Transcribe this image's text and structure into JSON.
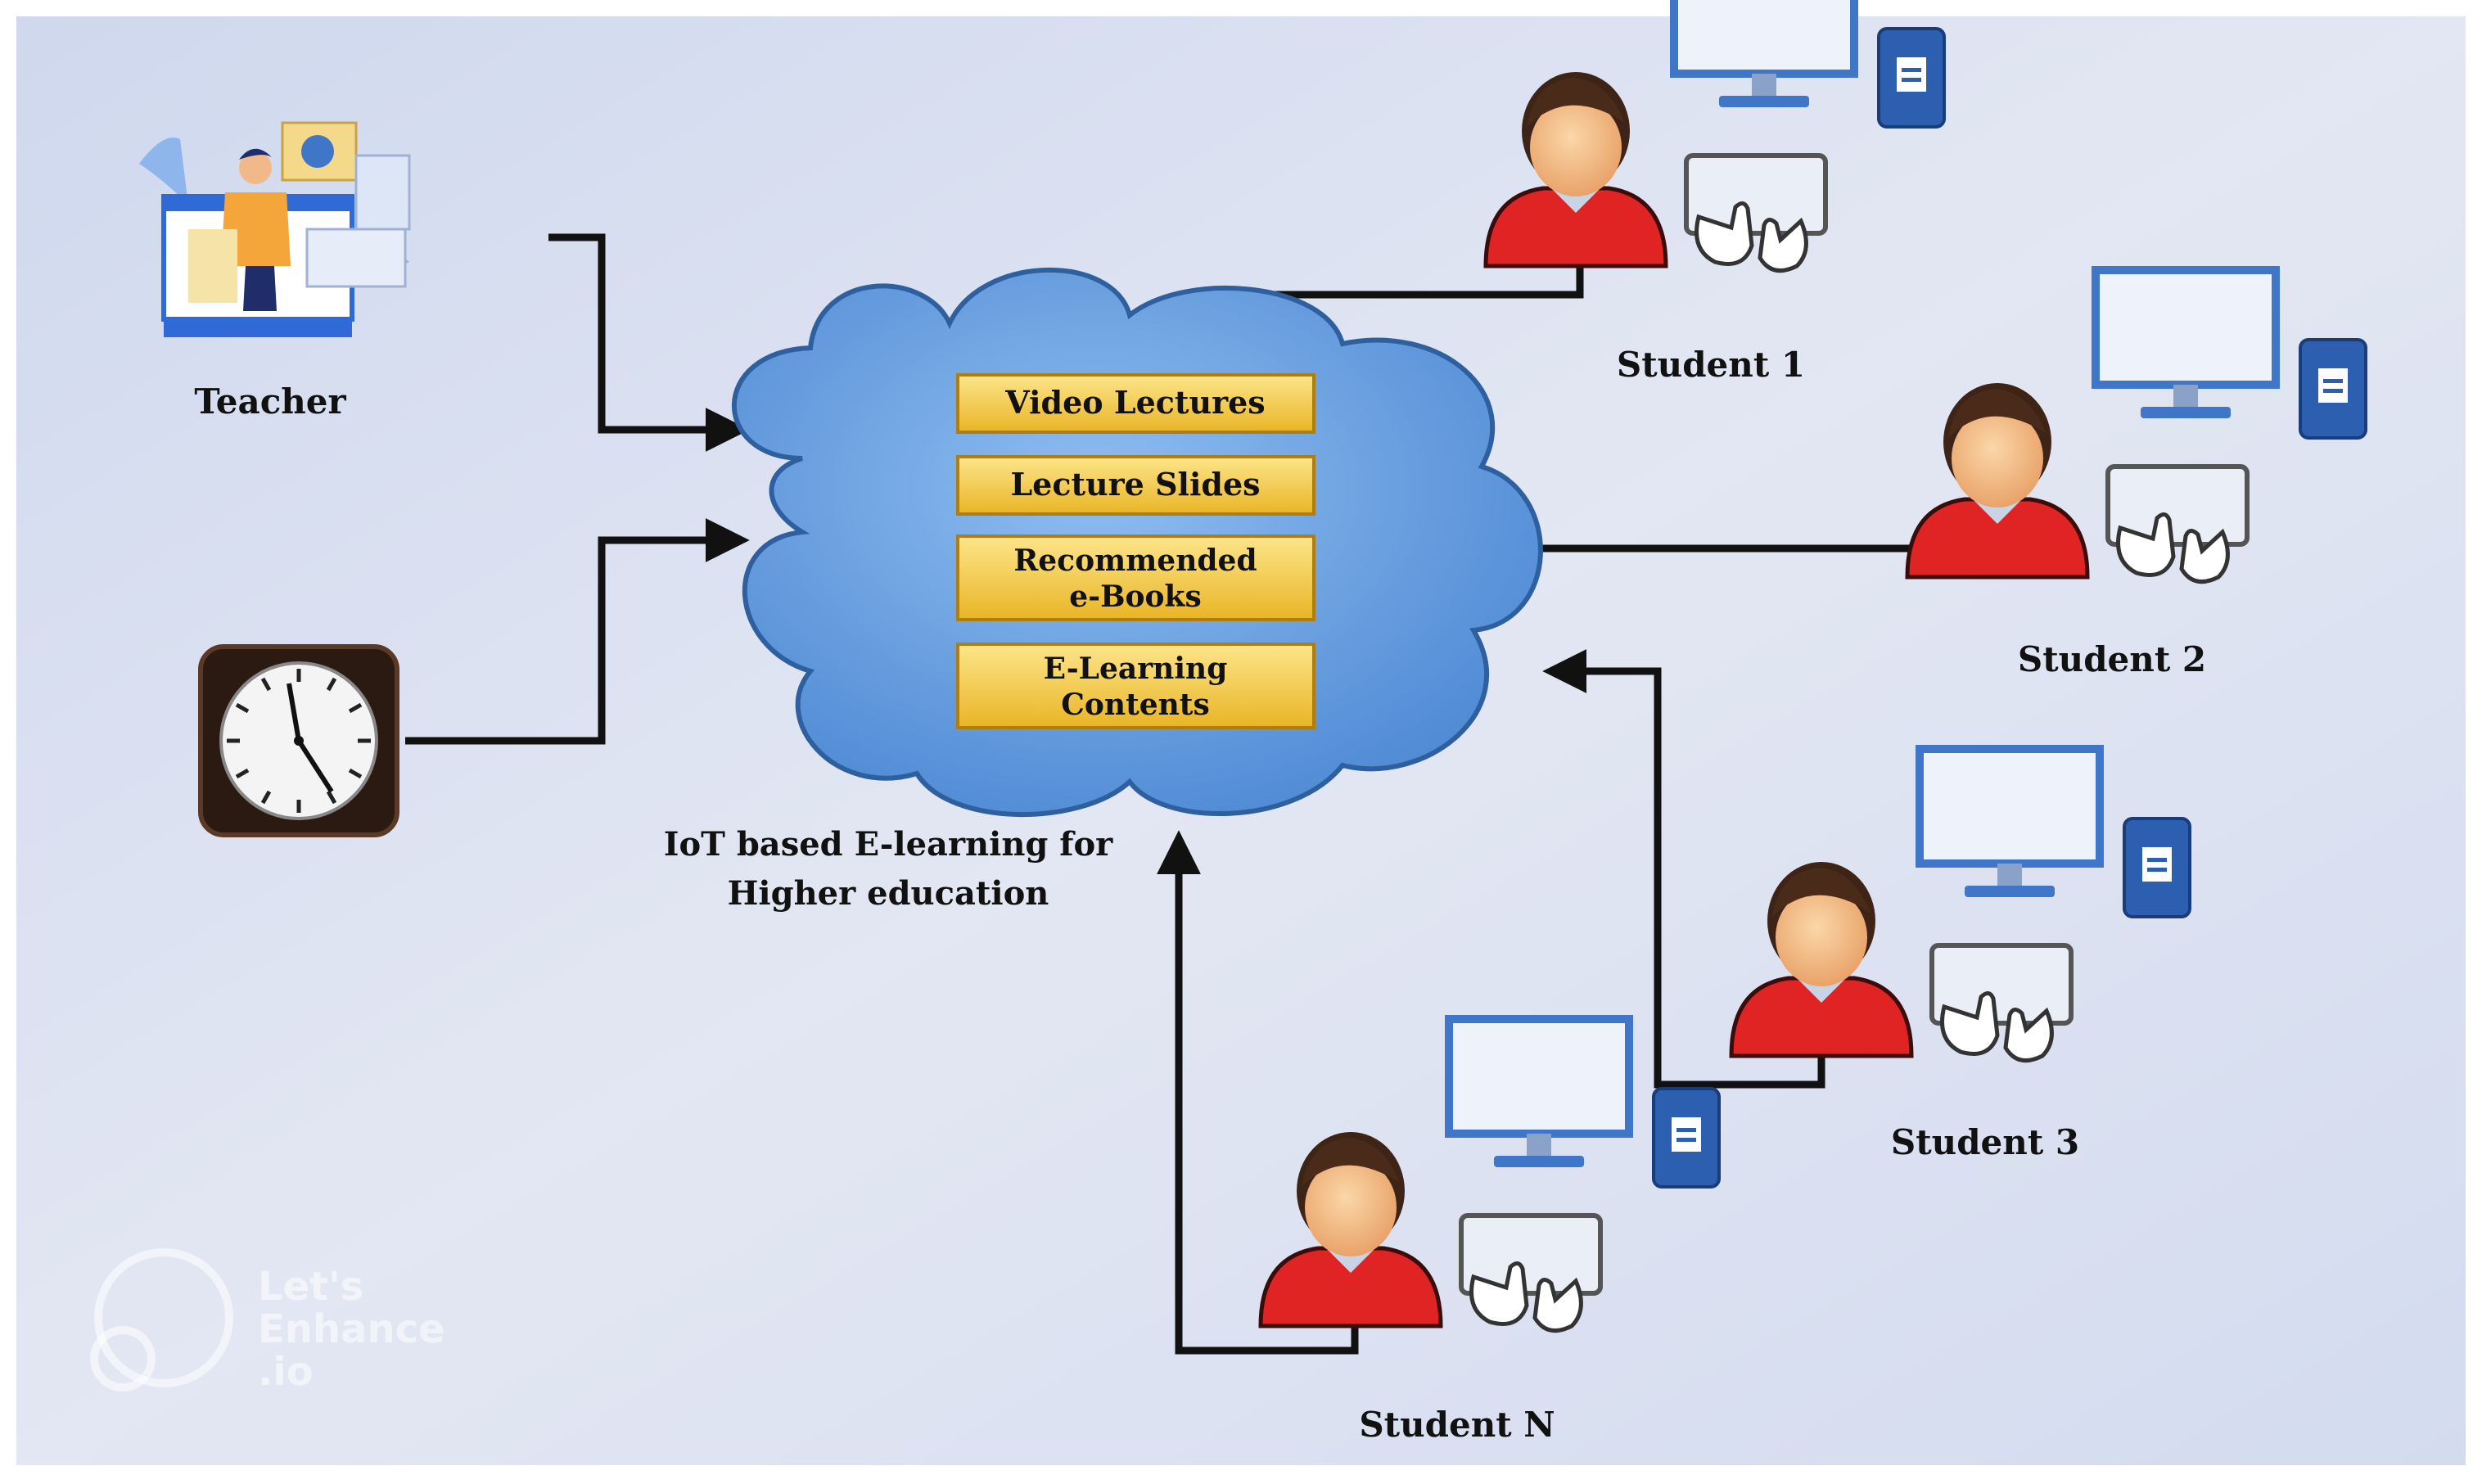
{
  "diagram": {
    "center": {
      "caption_lines": [
        "IoT based E-learning for",
        "Higher education"
      ],
      "content_boxes": [
        {
          "lines": [
            "Video Lectures"
          ]
        },
        {
          "lines": [
            "Lecture Slides"
          ]
        },
        {
          "lines": [
            "Recommended",
            "e-Books"
          ]
        },
        {
          "lines": [
            "E-Learning",
            "Contents"
          ]
        }
      ]
    },
    "teacher": {
      "label": "Teacher",
      "icon": "teacher-screen-icon"
    },
    "clock": {
      "icon": "wall-clock-icon"
    },
    "students": [
      {
        "label": "Student 1"
      },
      {
        "label": "Student 2"
      },
      {
        "label": "Student 3"
      },
      {
        "label": "Student N"
      }
    ],
    "watermark": {
      "lines": [
        "Let's",
        "Enhance",
        ".io"
      ]
    },
    "colors": {
      "background": "#d7def0",
      "cloud": "#5f9bdc",
      "content_box": "#f3c640",
      "student_shirt": "#e02424",
      "monitor": "#3f76c8",
      "arrow": "#111111"
    }
  }
}
